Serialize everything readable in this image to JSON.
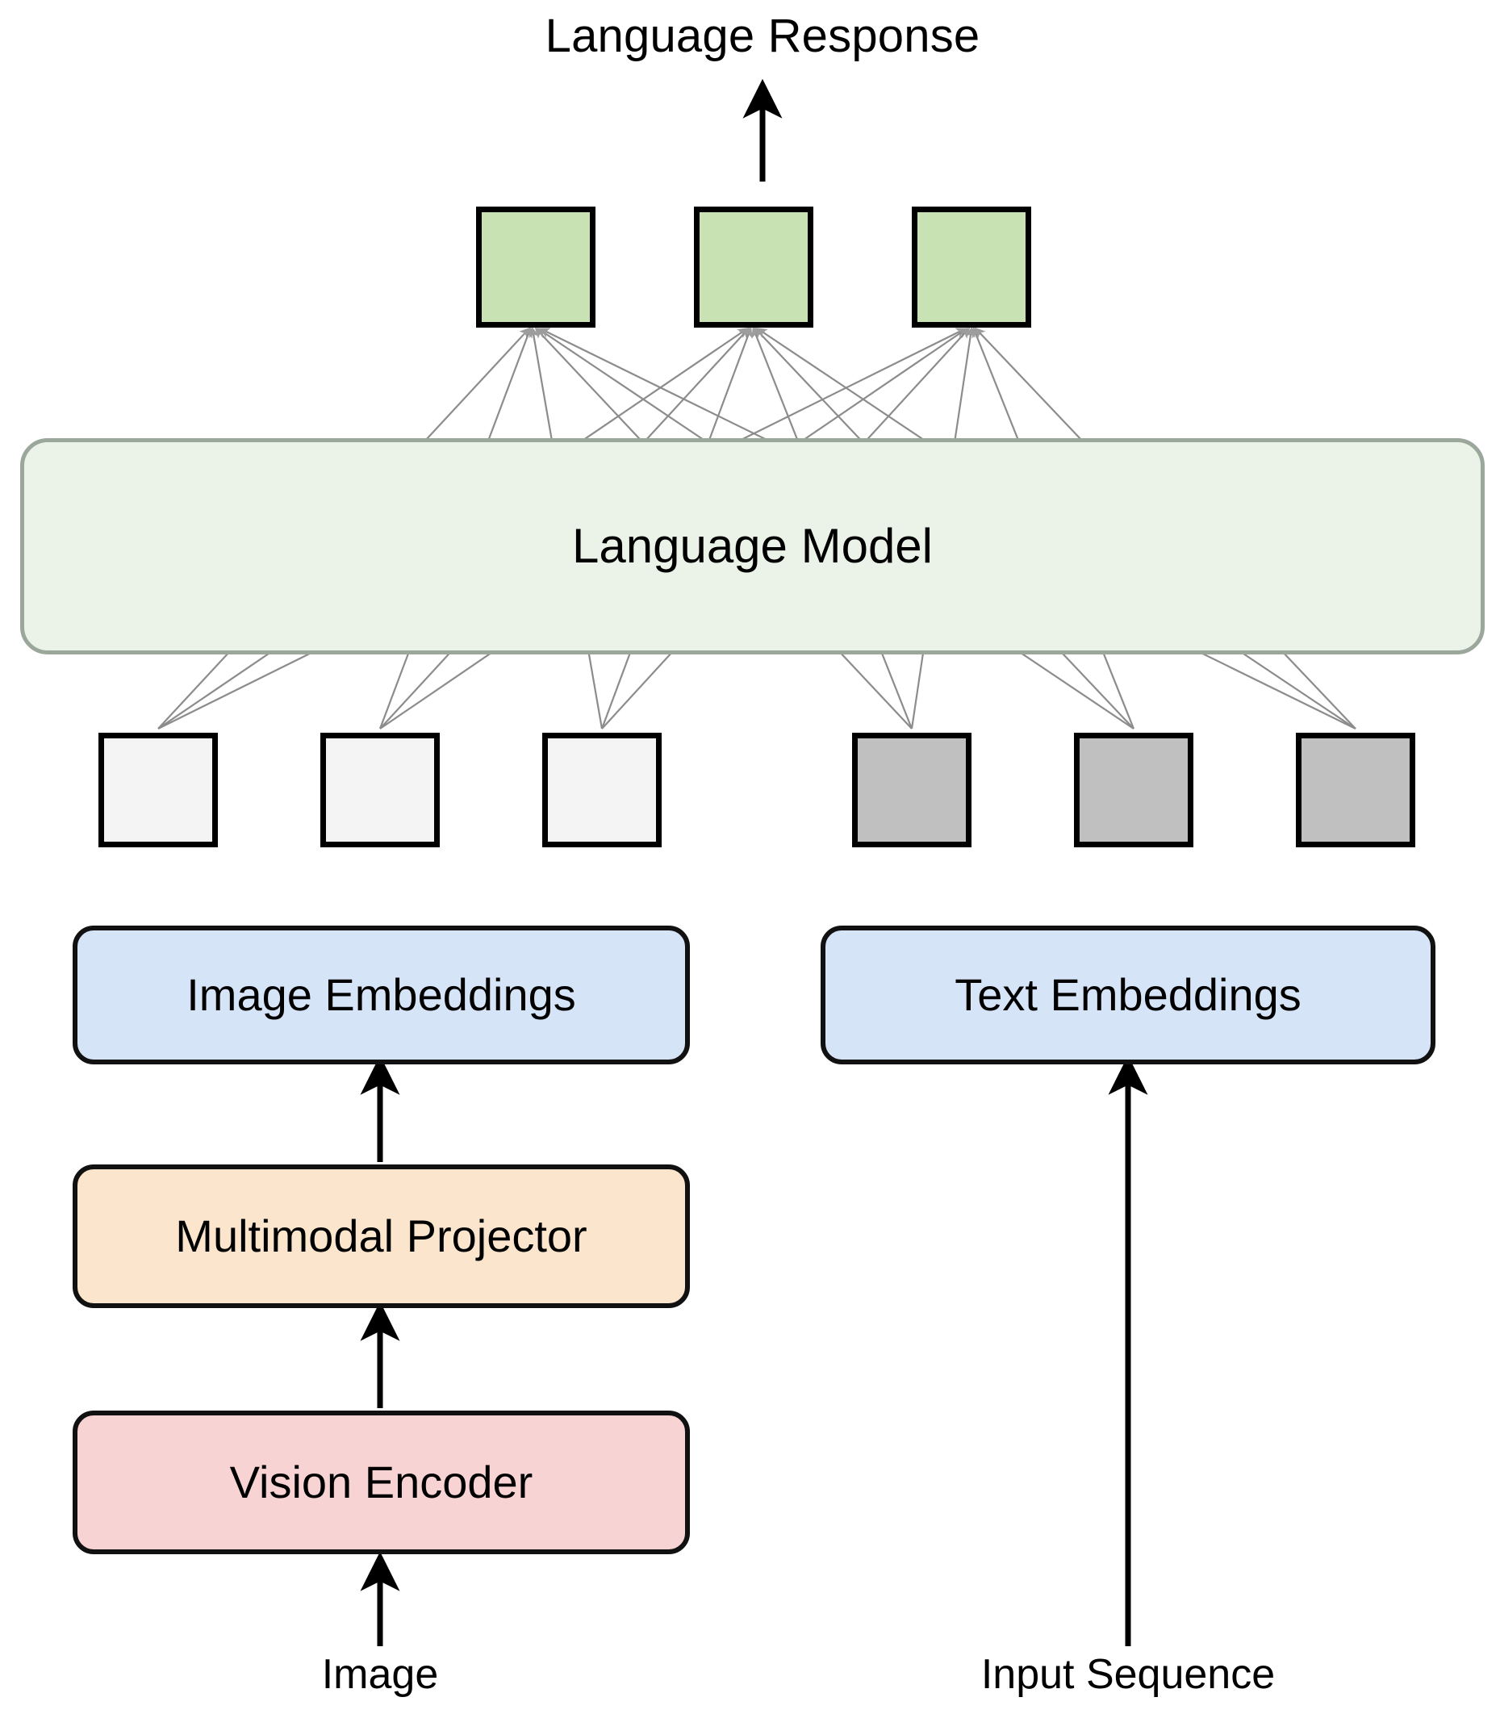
{
  "diagram": {
    "title_top": "Language Response",
    "language_model": {
      "label": "Language Model"
    },
    "image_embeddings": {
      "label": "Image Embeddings"
    },
    "text_embeddings": {
      "label": "Text Embeddings"
    },
    "multimodal_projector": {
      "label": "Multimodal Projector"
    },
    "vision_encoder": {
      "label": "Vision Encoder"
    },
    "input_image_label": "Image",
    "input_sequence_label": "Input Sequence",
    "output_tokens": [
      {
        "name": "output-token-1",
        "fill": "#c9e2b3"
      },
      {
        "name": "output-token-2",
        "fill": "#c9e2b3"
      },
      {
        "name": "output-token-3",
        "fill": "#c9e2b3"
      }
    ],
    "image_tokens": [
      {
        "name": "image-token-1",
        "fill": "#f4f4f4"
      },
      {
        "name": "image-token-2",
        "fill": "#f4f4f4"
      },
      {
        "name": "image-token-3",
        "fill": "#f4f4f4"
      }
    ],
    "text_tokens": [
      {
        "name": "text-token-1",
        "fill": "#c0c0c0"
      },
      {
        "name": "text-token-2",
        "fill": "#c0c0c0"
      },
      {
        "name": "text-token-3",
        "fill": "#c0c0c0"
      }
    ],
    "colors": {
      "output_token": "#c9e2b3",
      "image_token": "#f4f4f4",
      "text_token": "#c0c0c0",
      "language_model": "#ebf3e9",
      "embeddings": "#d6e4f7",
      "projector": "#fce5cd",
      "vision_encoder": "#f7d3d3",
      "attention_edge": "#8c8c8c",
      "arrow": "#000000",
      "border_dark": "#000000",
      "border_soft": "#9aa79a"
    },
    "edges": {
      "attention_from_tokens_to_outputs": 18,
      "arrow_image_to_vision_encoder": "Image -> Vision Encoder",
      "arrow_vision_encoder_to_projector": "Vision Encoder -> Multimodal Projector",
      "arrow_projector_to_image_embeddings": "Multimodal Projector -> Image Embeddings",
      "arrow_input_sequence_to_text_embeddings": "Input Sequence -> Text Embeddings",
      "arrow_outputs_to_language_response": "Output tokens -> Language Response"
    }
  }
}
